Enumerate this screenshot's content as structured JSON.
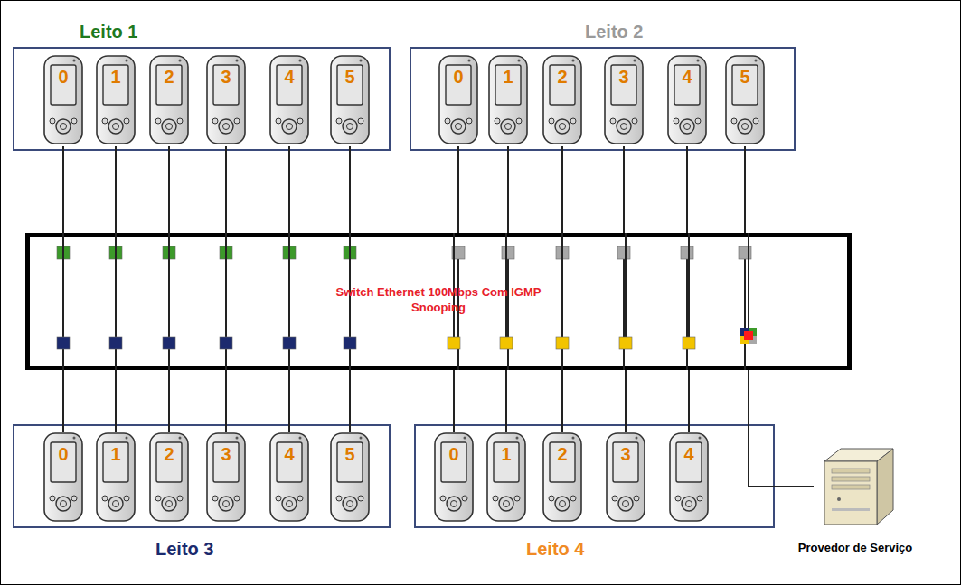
{
  "diagram": {
    "nodes": [
      {
        "text": [
          "Leito 1"
        ]
      },
      {
        "text": [
          "0"
        ],
        "in": 0
      },
      {
        "text": [
          "1"
        ],
        "in": 0
      },
      {
        "text": [
          "2"
        ],
        "in": 0
      },
      {
        "text": [
          "3"
        ],
        "in": 0
      },
      {
        "text": [
          "4"
        ],
        "in": 0
      },
      {
        "text": [
          "5"
        ],
        "in": 0
      },
      {
        "text": [
          "Leito 2"
        ]
      },
      {
        "text": [
          "0"
        ],
        "in": 7
      },
      {
        "text": [
          "1"
        ],
        "in": 7
      },
      {
        "text": [
          "2"
        ],
        "in": 7
      },
      {
        "text": [
          "3"
        ],
        "in": 7
      },
      {
        "text": [
          "4"
        ],
        "in": 7
      },
      {
        "text": [
          "5"
        ],
        "in": 7
      },
      {
        "text": [
          "Switch Ethernet 100Mbps Com IGMP Snooping"
        ]
      },
      {
        "text": [
          "Leito 3"
        ]
      },
      {
        "text": [
          "0"
        ],
        "in": 15
      },
      {
        "text": [
          "1"
        ],
        "in": 15
      },
      {
        "text": [
          "2"
        ],
        "in": 15
      },
      {
        "text": [
          "3"
        ],
        "in": 15
      },
      {
        "text": [
          "4"
        ],
        "in": 15
      },
      {
        "text": [
          "5"
        ],
        "in": 15
      },
      {
        "text": [
          "Leito 4"
        ]
      },
      {
        "text": [
          "0"
        ],
        "in": 22
      },
      {
        "text": [
          "1"
        ],
        "in": 22
      },
      {
        "text": [
          "2"
        ],
        "in": 22
      },
      {
        "text": [
          "3"
        ],
        "in": 22
      },
      {
        "text": [
          "4"
        ],
        "in": 22
      },
      {
        "text": [
          "Provedor de Serviço"
        ]
      }
    ],
    "edges": [
      {
        "from": 1,
        "to": 14,
        "arrow": "none"
      },
      {
        "from": 2,
        "to": 14,
        "arrow": "none"
      },
      {
        "from": 3,
        "to": 14,
        "arrow": "none"
      },
      {
        "from": 4,
        "to": 14,
        "arrow": "none"
      },
      {
        "from": 5,
        "to": 14,
        "arrow": "none"
      },
      {
        "from": 6,
        "to": 14,
        "arrow": "none"
      },
      {
        "from": 8,
        "to": 14,
        "arrow": "none"
      },
      {
        "from": 9,
        "to": 14,
        "arrow": "none"
      },
      {
        "from": 10,
        "to": 14,
        "arrow": "none"
      },
      {
        "from": 11,
        "to": 14,
        "arrow": "none"
      },
      {
        "from": 12,
        "to": 14,
        "arrow": "none"
      },
      {
        "from": 13,
        "to": 14,
        "arrow": "none"
      },
      {
        "from": 16,
        "to": 14,
        "arrow": "none"
      },
      {
        "from": 17,
        "to": 14,
        "arrow": "none"
      },
      {
        "from": 18,
        "to": 14,
        "arrow": "none"
      },
      {
        "from": 19,
        "to": 14,
        "arrow": "none"
      },
      {
        "from": 20,
        "to": 14,
        "arrow": "none"
      },
      {
        "from": 21,
        "to": 14,
        "arrow": "none"
      },
      {
        "from": 23,
        "to": 14,
        "arrow": "none"
      },
      {
        "from": 24,
        "to": 14,
        "arrow": "none"
      },
      {
        "from": 25,
        "to": 14,
        "arrow": "none"
      },
      {
        "from": 26,
        "to": 14,
        "arrow": "none"
      },
      {
        "from": 27,
        "to": 14,
        "arrow": "none"
      },
      {
        "from": 28,
        "to": 14,
        "arrow": "none"
      }
    ]
  }
}
